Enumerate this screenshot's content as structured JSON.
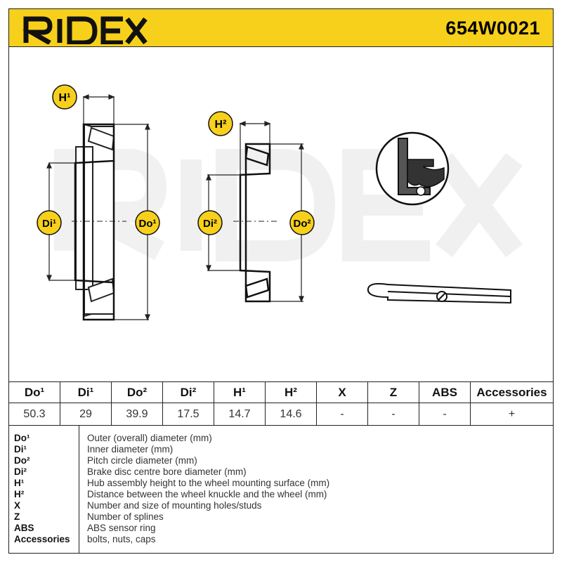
{
  "header": {
    "brand": "RIDEX",
    "part_number": "654W0021",
    "background_color": "#f7d01c"
  },
  "labels": {
    "H1": "H¹",
    "H2": "H²",
    "Di1": "Di¹",
    "Do1": "Do¹",
    "Di2": "Di²",
    "Do2": "Do²"
  },
  "table": {
    "headers": [
      "Do¹",
      "Di¹",
      "Do²",
      "Di²",
      "H¹",
      "H²",
      "X",
      "Z",
      "ABS",
      "Accessories"
    ],
    "values": [
      "50.3",
      "29",
      "39.9",
      "17.5",
      "14.7",
      "14.6",
      "-",
      "-",
      "-",
      "+"
    ]
  },
  "legend": [
    {
      "key": "Do¹",
      "desc": "Outer (overall) diameter (mm)"
    },
    {
      "key": "Di¹",
      "desc": "Inner diameter (mm)"
    },
    {
      "key": "Do²",
      "desc": "Pitch circle diameter (mm)"
    },
    {
      "key": "Di²",
      "desc": "Brake disc centre bore diameter (mm)"
    },
    {
      "key": "H¹",
      "desc": "Hub assembly height to the wheel mounting surface (mm)"
    },
    {
      "key": "H²",
      "desc": "Distance between the wheel knuckle and the wheel (mm)"
    },
    {
      "key": "X",
      "desc": "Number and size of mounting holes/studs"
    },
    {
      "key": "Z",
      "desc": "Number of splines"
    },
    {
      "key": "ABS",
      "desc": "ABS sensor ring"
    },
    {
      "key": "Accessories",
      "desc": "bolts, nuts, caps"
    }
  ]
}
